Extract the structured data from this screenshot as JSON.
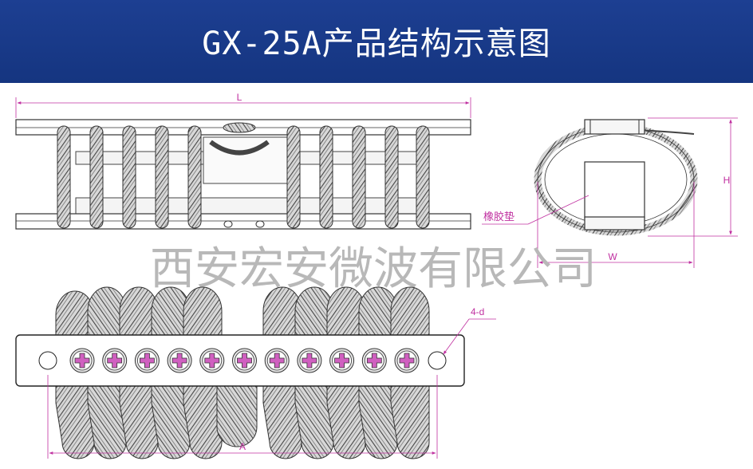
{
  "header": {
    "title": "GX-25A产品结构示意图"
  },
  "dimensions": {
    "length": "L",
    "height": "H",
    "width": "W",
    "holes": "4-d",
    "spacing": "A"
  },
  "labels": {
    "rubber_pad": "橡胶垫"
  },
  "watermark": "西安宏安微波有限公司",
  "colors": {
    "header_bg": "#1b3d8f",
    "dim_line": "#c030a0",
    "watermark": "#b8b8b8",
    "steel": "#555555"
  }
}
